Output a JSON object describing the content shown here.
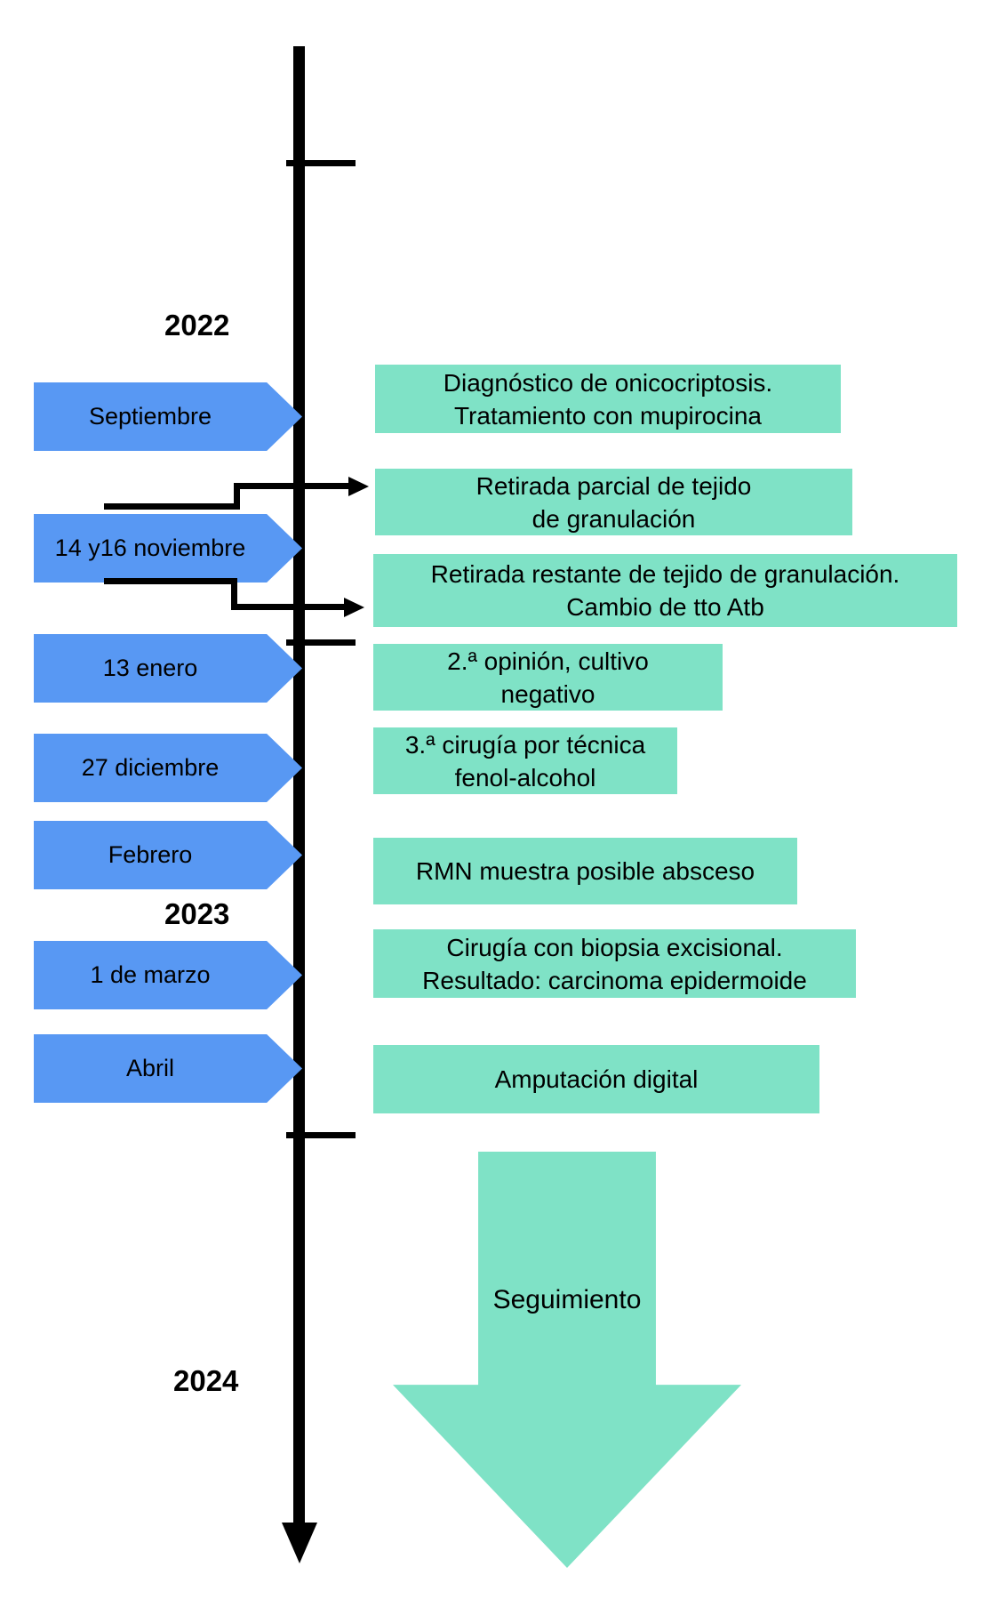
{
  "colors": {
    "date_arrow_blue": "#5898F3",
    "event_box_teal": "#7FE2C6",
    "timeline_black": "#000000"
  },
  "years": [
    {
      "label": "2022"
    },
    {
      "label": "2023"
    },
    {
      "label": "2024"
    }
  ],
  "dates": [
    {
      "label": "Septiembre"
    },
    {
      "label": "14 y16 noviembre"
    },
    {
      "label": "13 enero"
    },
    {
      "label": "27 diciembre"
    },
    {
      "label": "Febrero"
    },
    {
      "label": "1 de marzo"
    },
    {
      "label": "Abril"
    }
  ],
  "boxes": [
    {
      "text": "Diagnóstico de onicocriptosis.\nTratamiento con mupirocina"
    },
    {
      "text": "Retirada parcial de tejido\nde granulación"
    },
    {
      "text": "Retirada restante de tejido de granulación.\nCambio de tto Atb"
    },
    {
      "text": "2.ª opinión, cultivo\nnegativo"
    },
    {
      "text": "3.ª cirugía por técnica\nfenol-alcohol"
    },
    {
      "text": "RMN muestra posible absceso"
    },
    {
      "text": "Cirugía con biopsia excisional.\nResultado: carcinoma epidermoide"
    },
    {
      "text": "Amputación digital"
    }
  ],
  "followup": {
    "label": "Seguimiento"
  }
}
